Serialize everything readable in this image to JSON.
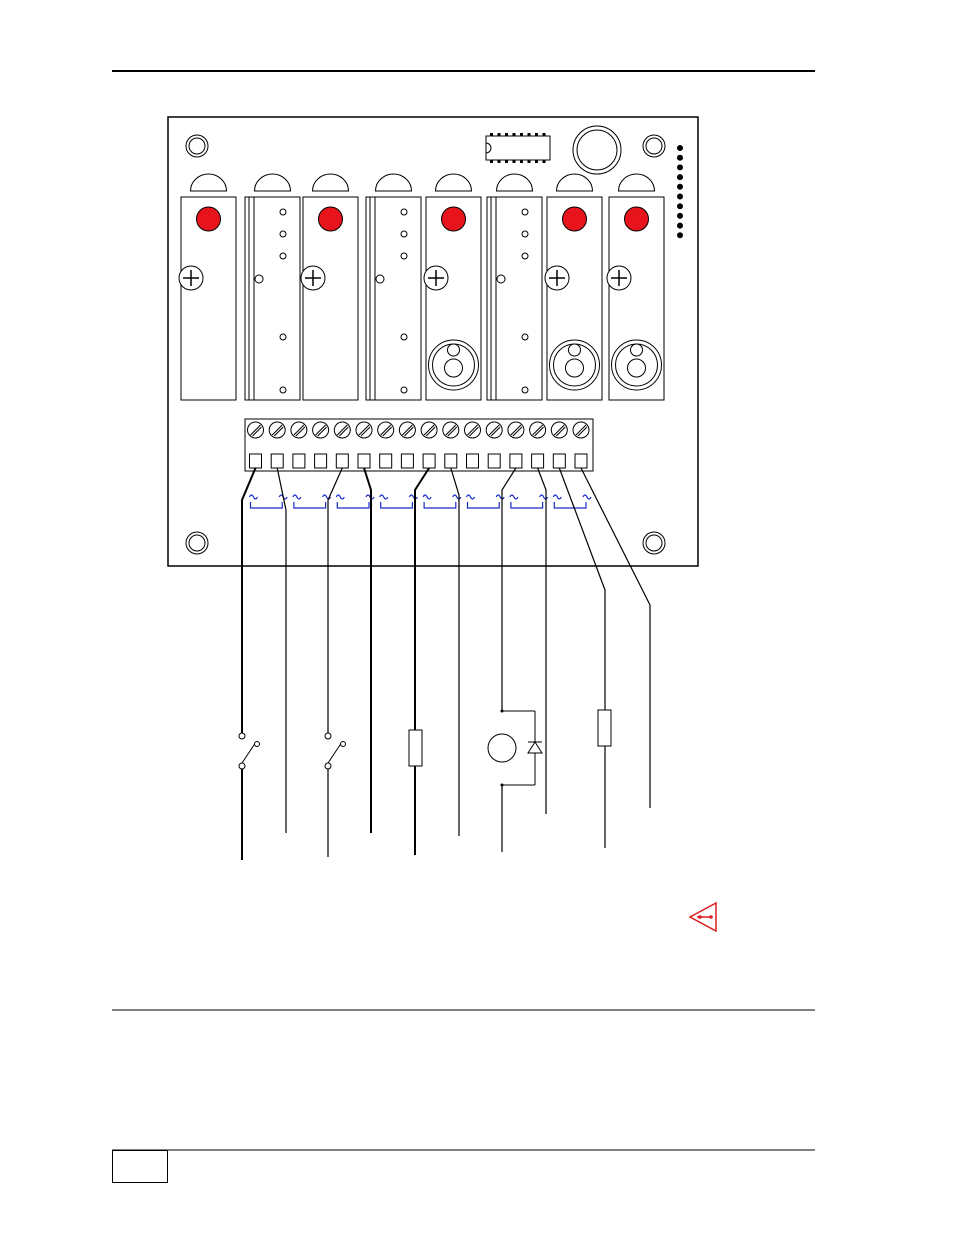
{
  "diagram": {
    "relay_modules": [
      {
        "kind": "red"
      },
      {
        "kind": "plain"
      },
      {
        "kind": "red"
      },
      {
        "kind": "plain"
      },
      {
        "kind": "red-coil"
      },
      {
        "kind": "plain"
      },
      {
        "kind": "red-coil"
      },
      {
        "kind": "red-coil"
      }
    ],
    "terminal_count": 16,
    "terminal_pairs": 8,
    "status_led_count": 10,
    "mounting_holes": 4,
    "external_loads": [
      "switch",
      "switch",
      "resistor",
      "motor-with-diode",
      "resistor"
    ]
  },
  "colors": {
    "line": "#000000",
    "relay_indicator": "#e8141b",
    "terminal_marking": "#1a2cc8",
    "warning_symbol": "#d81e1e"
  },
  "icons": {
    "warning": "warning-triangle-icon",
    "screw": "terminal-screw-icon",
    "hole": "mounting-hole-icon"
  },
  "footer": {
    "page_number": ""
  }
}
